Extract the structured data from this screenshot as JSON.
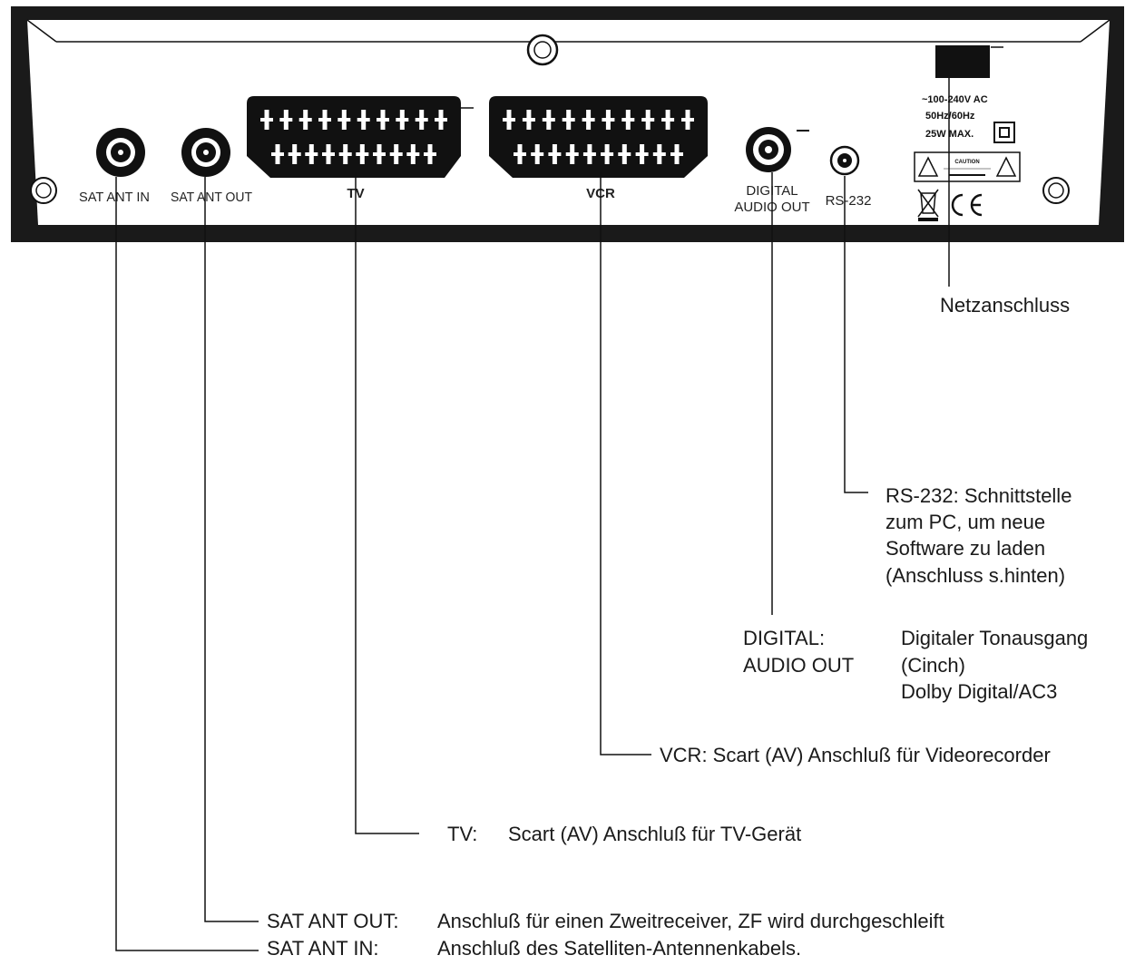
{
  "panel": {
    "port_labels": {
      "sat_ant_in": "SAT ANT IN",
      "sat_ant_out": "SAT ANT OUT",
      "tv": "TV",
      "vcr": "VCR",
      "digital_audio_out_line1": "DIGITAL",
      "digital_audio_out_line2": "AUDIO OUT",
      "rs232": "RS-232"
    },
    "power_spec": {
      "voltage": "~100-240V  AC",
      "frequency": "50Hz/60Hz",
      "power": "25W MAX."
    },
    "caution_label": "CAUTION"
  },
  "callouts": {
    "netz": "Netzanschluss",
    "rs232": {
      "line1": "RS-232: Schnittstelle",
      "line2": "zum PC, um neue",
      "line3": "Software zu laden",
      "line4": "(Anschluss s.hinten)"
    },
    "digital": {
      "term_line1": "DIGITAL:",
      "term_line2": "AUDIO OUT",
      "desc_line1": "Digitaler Tonausgang",
      "desc_line2": "(Cinch)",
      "desc_line3": "Dolby Digital/AC3"
    },
    "vcr": "VCR: Scart (AV) Anschluß für Videorecorder",
    "tv": {
      "term": "TV:",
      "desc": "Scart (AV) Anschluß für TV-Gerät"
    },
    "sat_out": {
      "term": "SAT ANT OUT:",
      "desc": "Anschluß für einen Zweitreceiver, ZF wird durchgeschleift"
    },
    "sat_in": {
      "term": "SAT ANT IN:",
      "desc": "Anschluß des Satelliten-Antennenkabels."
    }
  }
}
